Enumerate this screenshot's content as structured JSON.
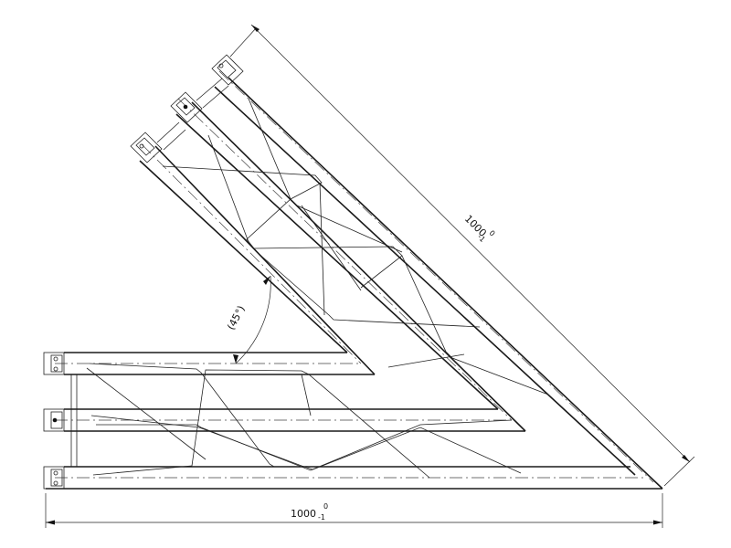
{
  "dimensions": {
    "horizontal": {
      "nominal": "1000",
      "upper_tol": "0",
      "lower_tol": "-1"
    },
    "diagonal": {
      "nominal": "1000",
      "upper_tol": "0",
      "lower_tol": "-1"
    },
    "angle": "(45°)"
  }
}
